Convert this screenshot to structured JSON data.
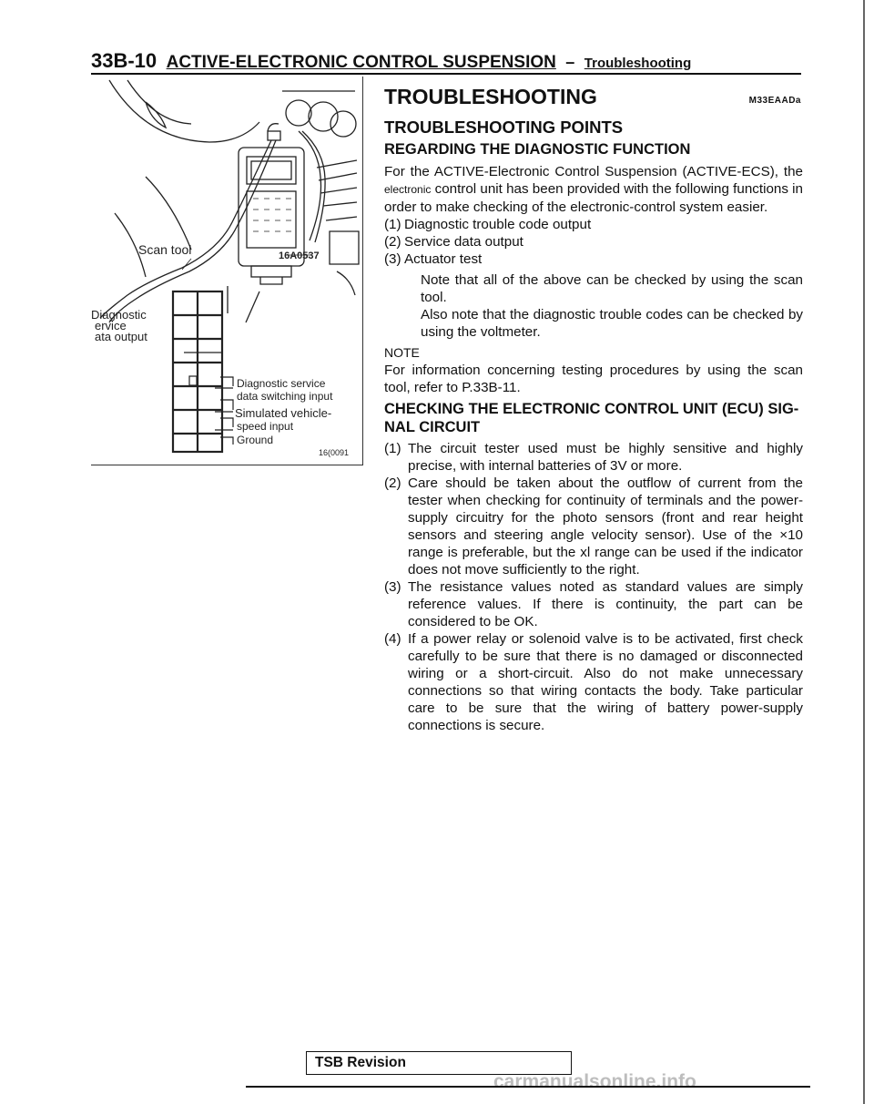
{
  "header": {
    "page_number": "33B-10",
    "title": "ACTIVE-ELECTRONIC CONTROL SUSPENSION",
    "dash": "–",
    "subtitle": "Troubleshooting"
  },
  "figure": {
    "scan_tool_label": "Scan tool",
    "top_code": "16A0537",
    "left_labels": [
      "Diagnostic",
      "ervice",
      "ata output"
    ],
    "right_labels": [
      "Diagnostic service",
      "data switching input",
      "Simulated vehicle-",
      "speed input",
      "Ground"
    ],
    "bottom_code": "16(0091"
  },
  "content": {
    "heading": "TROUBLESHOOTING",
    "code": "M33EAADa",
    "sub1": "TROUBLESHOOTING POINTS",
    "sub2": "REGARDING THE DIAGNOSTIC FUNCTION",
    "intro_a": "For the ACTIVE-Electronic Control Suspension (ACTIVE-ECS), the",
    "intro_small": "electronic",
    "intro_b": "control unit has been provided with the following functions in order to make checking of the electronic-control system easier.",
    "functions": [
      {
        "n": "(1)",
        "text": "Diagnostic trouble code output"
      },
      {
        "n": "(2)",
        "text": "Service data output"
      },
      {
        "n": "(3)",
        "text": "Actuator test"
      }
    ],
    "note_para1": "Note that all of the above can be checked by using the scan tool.",
    "note_para2": "Also note that the diagnostic trouble codes can be checked by using the voltmeter.",
    "note_label": "NOTE",
    "note_text": "For information concerning testing procedures by using the scan tool, refer to P.33B-11.",
    "sub3": "CHECKING THE ELECTRONIC CONTROL UNIT (ECU) SIG- NAL CIRCUIT",
    "checks": [
      {
        "n": "(1)",
        "text": "The circuit tester used must be highly sensitive and highly precise, with internal batteries of 3V or more."
      },
      {
        "n": "(2)",
        "text": "Care should be taken about the outflow of current from the tester when checking for continuity of terminals and the power-supply circuitry for the photo sensors (front and rear height sensors and steering angle velocity sensor). Use of the ×10 range is preferable, but the xl range can be used if the indicator does not move sufficiently to the right."
      },
      {
        "n": "(3)",
        "text": "The resistance values noted as standard values are simply reference values. If there is continuity, the part can be considered to be OK."
      },
      {
        "n": "(4)",
        "text": "If a power relay or solenoid valve is to be activated, first check carefully to be sure that there is no damaged or disconnected wiring or a short-circuit. Also do not make unnecessary connections so that wiring contacts the body. Take particular care to be sure that the wiring of battery power-supply connections is secure."
      }
    ]
  },
  "footer": {
    "box_label": "TSB Revision",
    "watermark": "carmanualsonline.info"
  }
}
